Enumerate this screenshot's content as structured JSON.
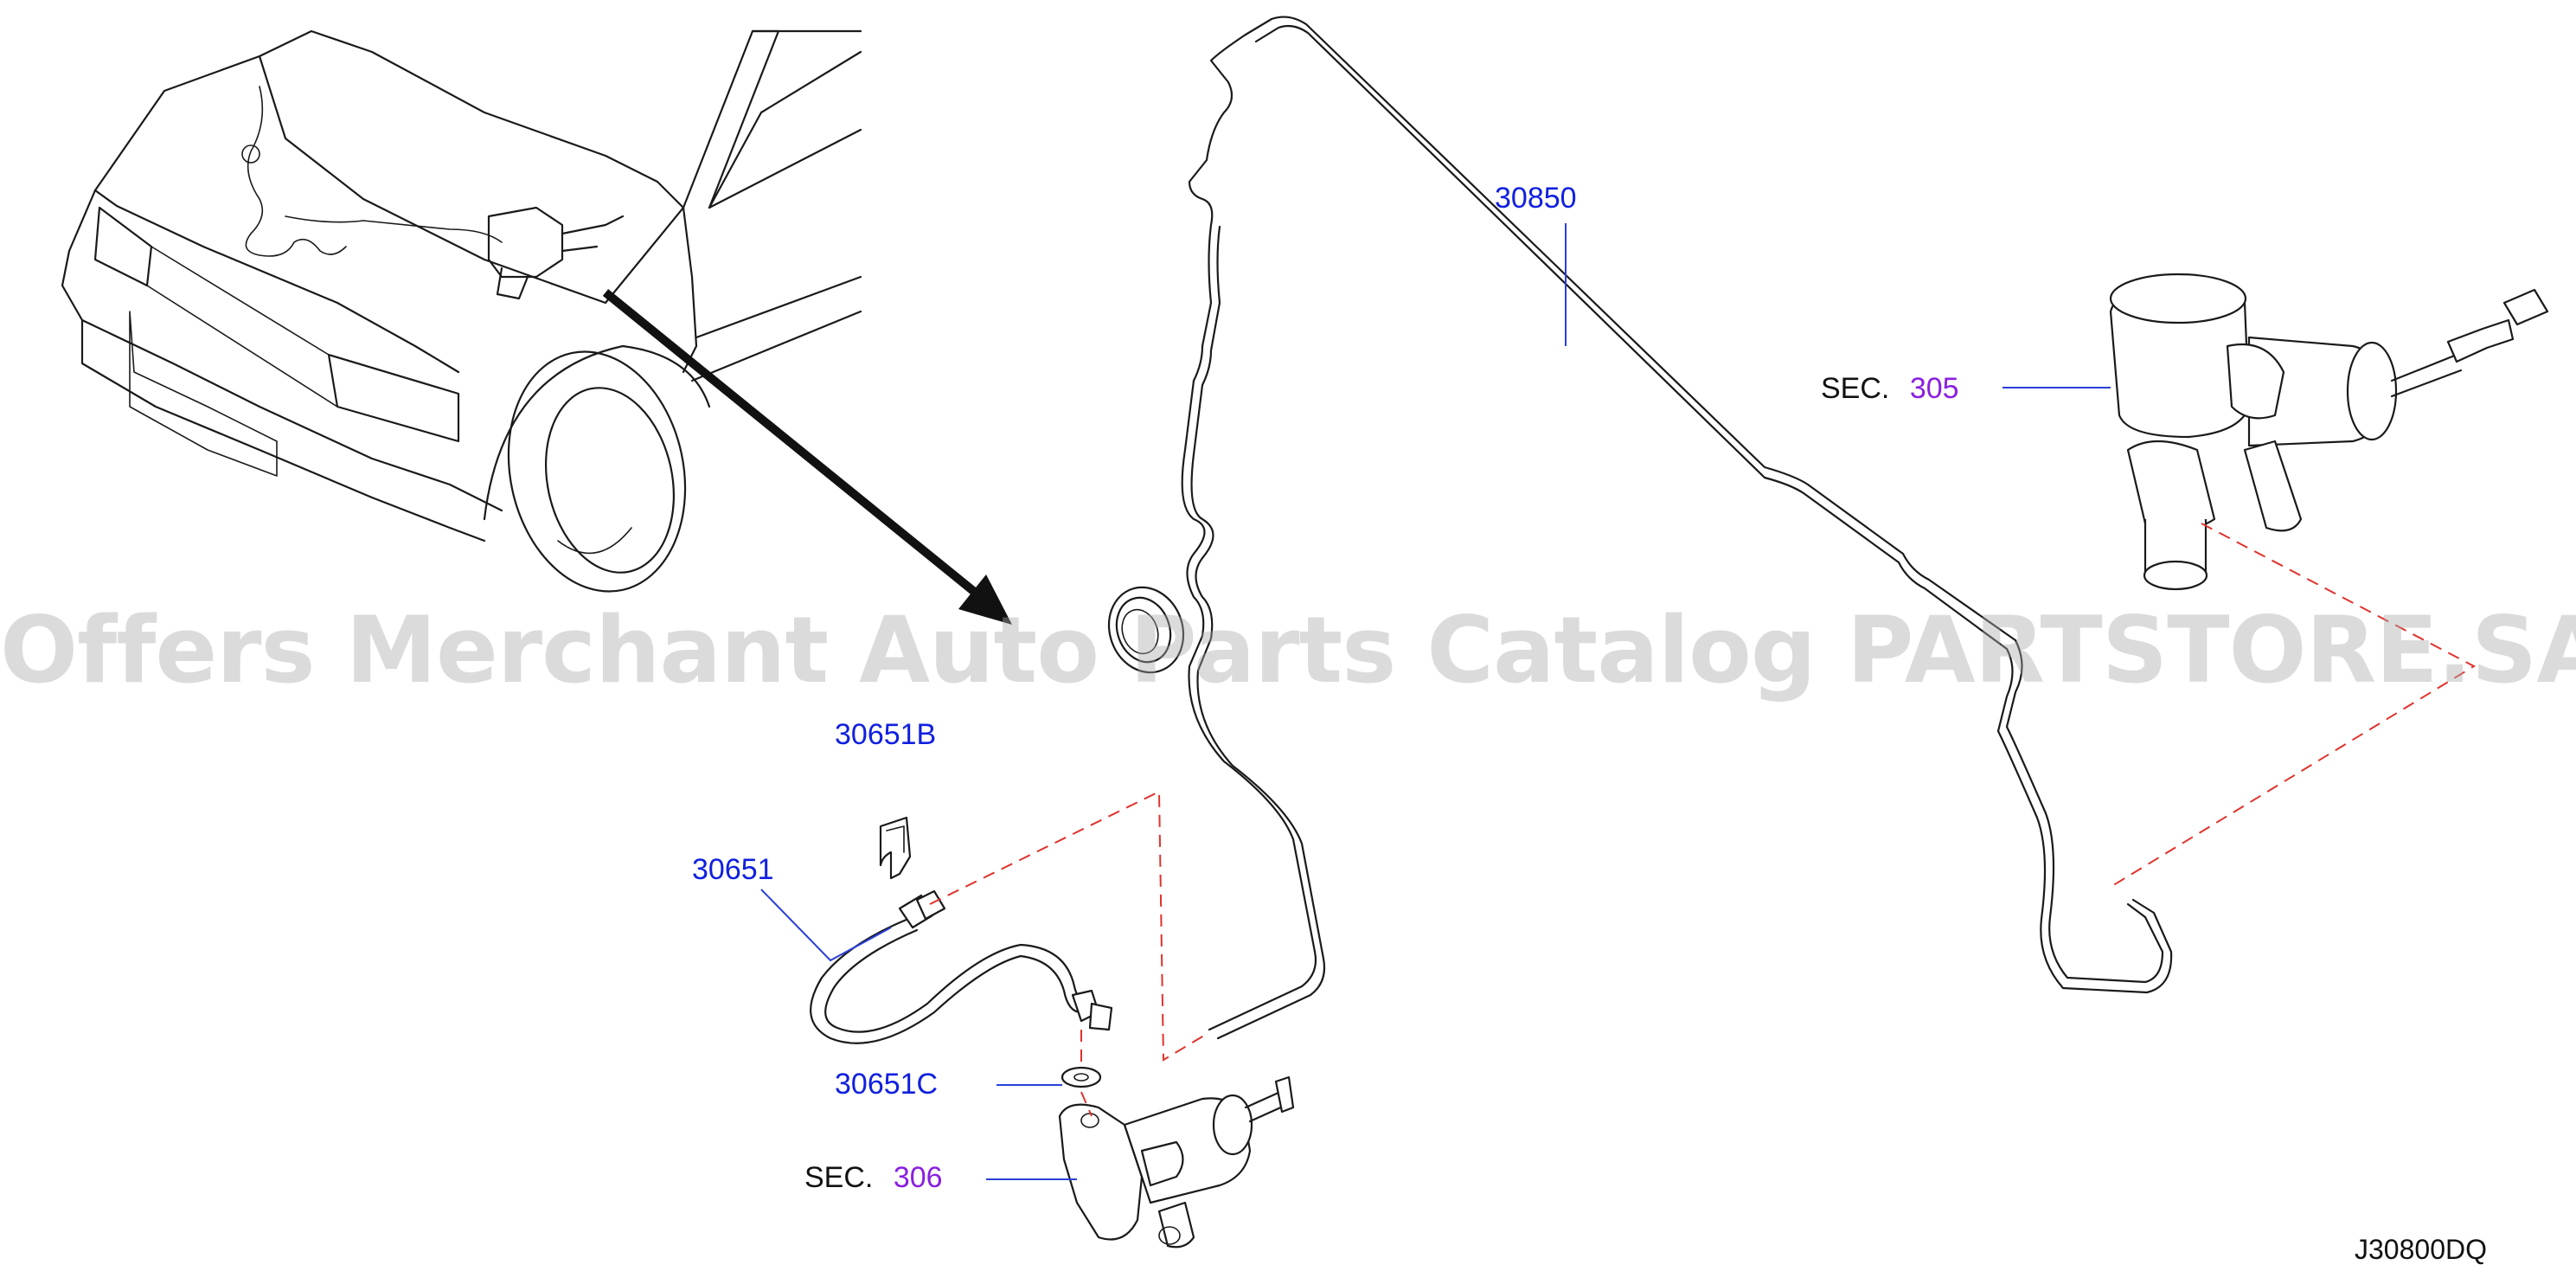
{
  "watermark": "Offers Merchant Auto Parts Catalog PARTSTORE.SA",
  "diagram_code": "J30800DQ",
  "parts": {
    "clutch_tube": "30850",
    "clutch_hose": "30651",
    "lock_plate": "30651B",
    "copper_washer": "30651C"
  },
  "sections": {
    "master_cylinder": {
      "prefix": "SEC.",
      "number": "305"
    },
    "operating_cylinder": {
      "prefix": "SEC.",
      "number": "306"
    }
  },
  "colors": {
    "part_number": "#1020e0",
    "section_number": "#8a1fe0",
    "reference_dash": "#e0322c"
  }
}
